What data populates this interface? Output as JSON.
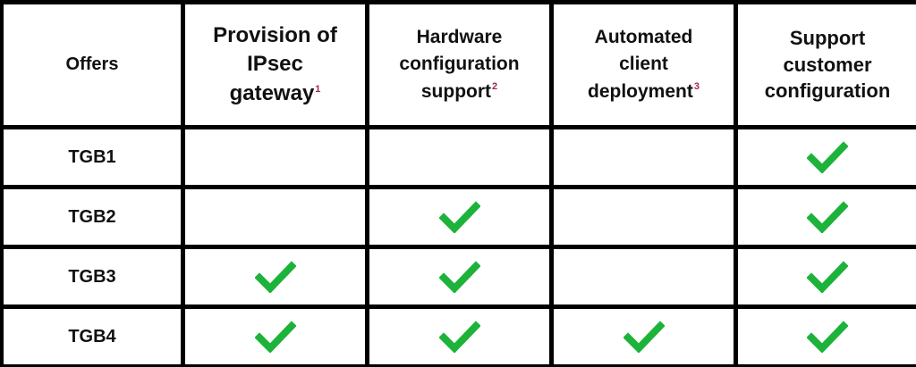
{
  "header": {
    "offers": "Offers",
    "columns": [
      {
        "line1": "Provision of",
        "line2": "IPsec",
        "line3": "gateway",
        "footnote": "1"
      },
      {
        "line1": "Hardware",
        "line2": "configuration",
        "line3": "support",
        "footnote": "2"
      },
      {
        "line1": "Automated",
        "line2": "client",
        "line3": "deployment",
        "footnote": "3"
      },
      {
        "line1": "Support",
        "line2": "customer",
        "line3": "configuration",
        "footnote": ""
      }
    ]
  },
  "rows": [
    {
      "label": "TGB1",
      "checks": [
        false,
        false,
        false,
        true
      ]
    },
    {
      "label": "TGB2",
      "checks": [
        false,
        true,
        false,
        true
      ]
    },
    {
      "label": "TGB3",
      "checks": [
        true,
        true,
        false,
        true
      ]
    },
    {
      "label": "TGB4",
      "checks": [
        true,
        true,
        true,
        true
      ]
    }
  ],
  "colors": {
    "check": "#1db33b",
    "footnote": "#9c2a4d",
    "grid": "#000000"
  },
  "icons": {
    "check": "checkmark-icon"
  }
}
